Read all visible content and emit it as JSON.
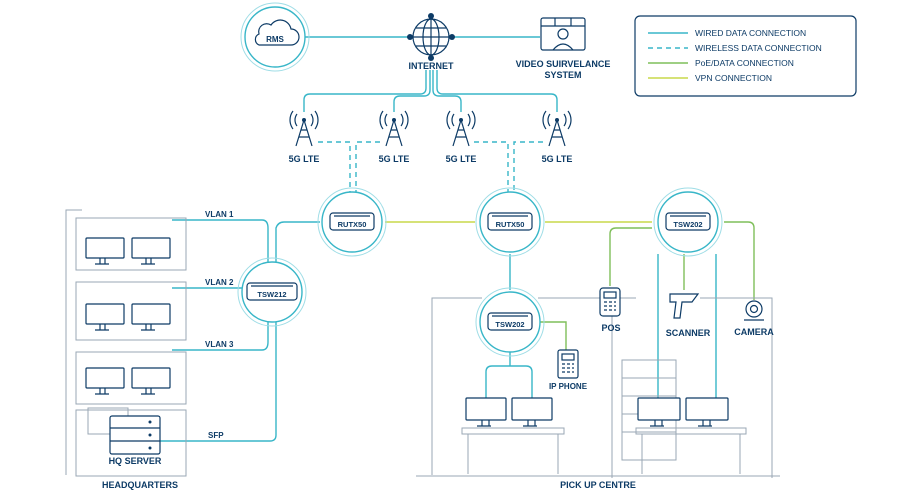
{
  "legend": {
    "items": [
      {
        "label": "WIRED DATA CONNECTION",
        "color": "#38b6c8",
        "style": "solid"
      },
      {
        "label": "WIRELESS DATA CONNECTION",
        "color": "#38b6c8",
        "style": "dashed"
      },
      {
        "label": "PoE/DATA CONNECTION",
        "color": "#7fbf5a",
        "style": "solid"
      },
      {
        "label": "VPN CONNECTION",
        "color": "#c8d94a",
        "style": "solid"
      }
    ]
  },
  "top": {
    "rms": "RMS",
    "internet": "INTERNET",
    "video_line1": "VIDEO SUIRVELANCE",
    "video_line2": "SYSTEM"
  },
  "towers": [
    "5G LTE",
    "5G LTE",
    "5G LTE",
    "5G LTE"
  ],
  "devices": {
    "rutx50_left": "RUTX50",
    "rutx50_mid": "RUTX50",
    "tsw202_right": "TSW202",
    "tsw212": "TSW212",
    "tsw202_pickup": "TSW202"
  },
  "vlans": [
    "VLAN 1",
    "VLAN 2",
    "VLAN 3"
  ],
  "sfp": "SFP",
  "hq_server": "HQ SERVER",
  "headquarters": "HEADQUARTERS",
  "pickup_centre": "PICK UP CENTRE",
  "ip_phone": "IP PHONE",
  "pos": "POS",
  "scanner": "SCANNER",
  "camera": "CAMERA",
  "colors": {
    "navy": "#0d3b66",
    "teal": "#38b6c8",
    "green": "#7fbf5a",
    "lime": "#c8d94a"
  }
}
